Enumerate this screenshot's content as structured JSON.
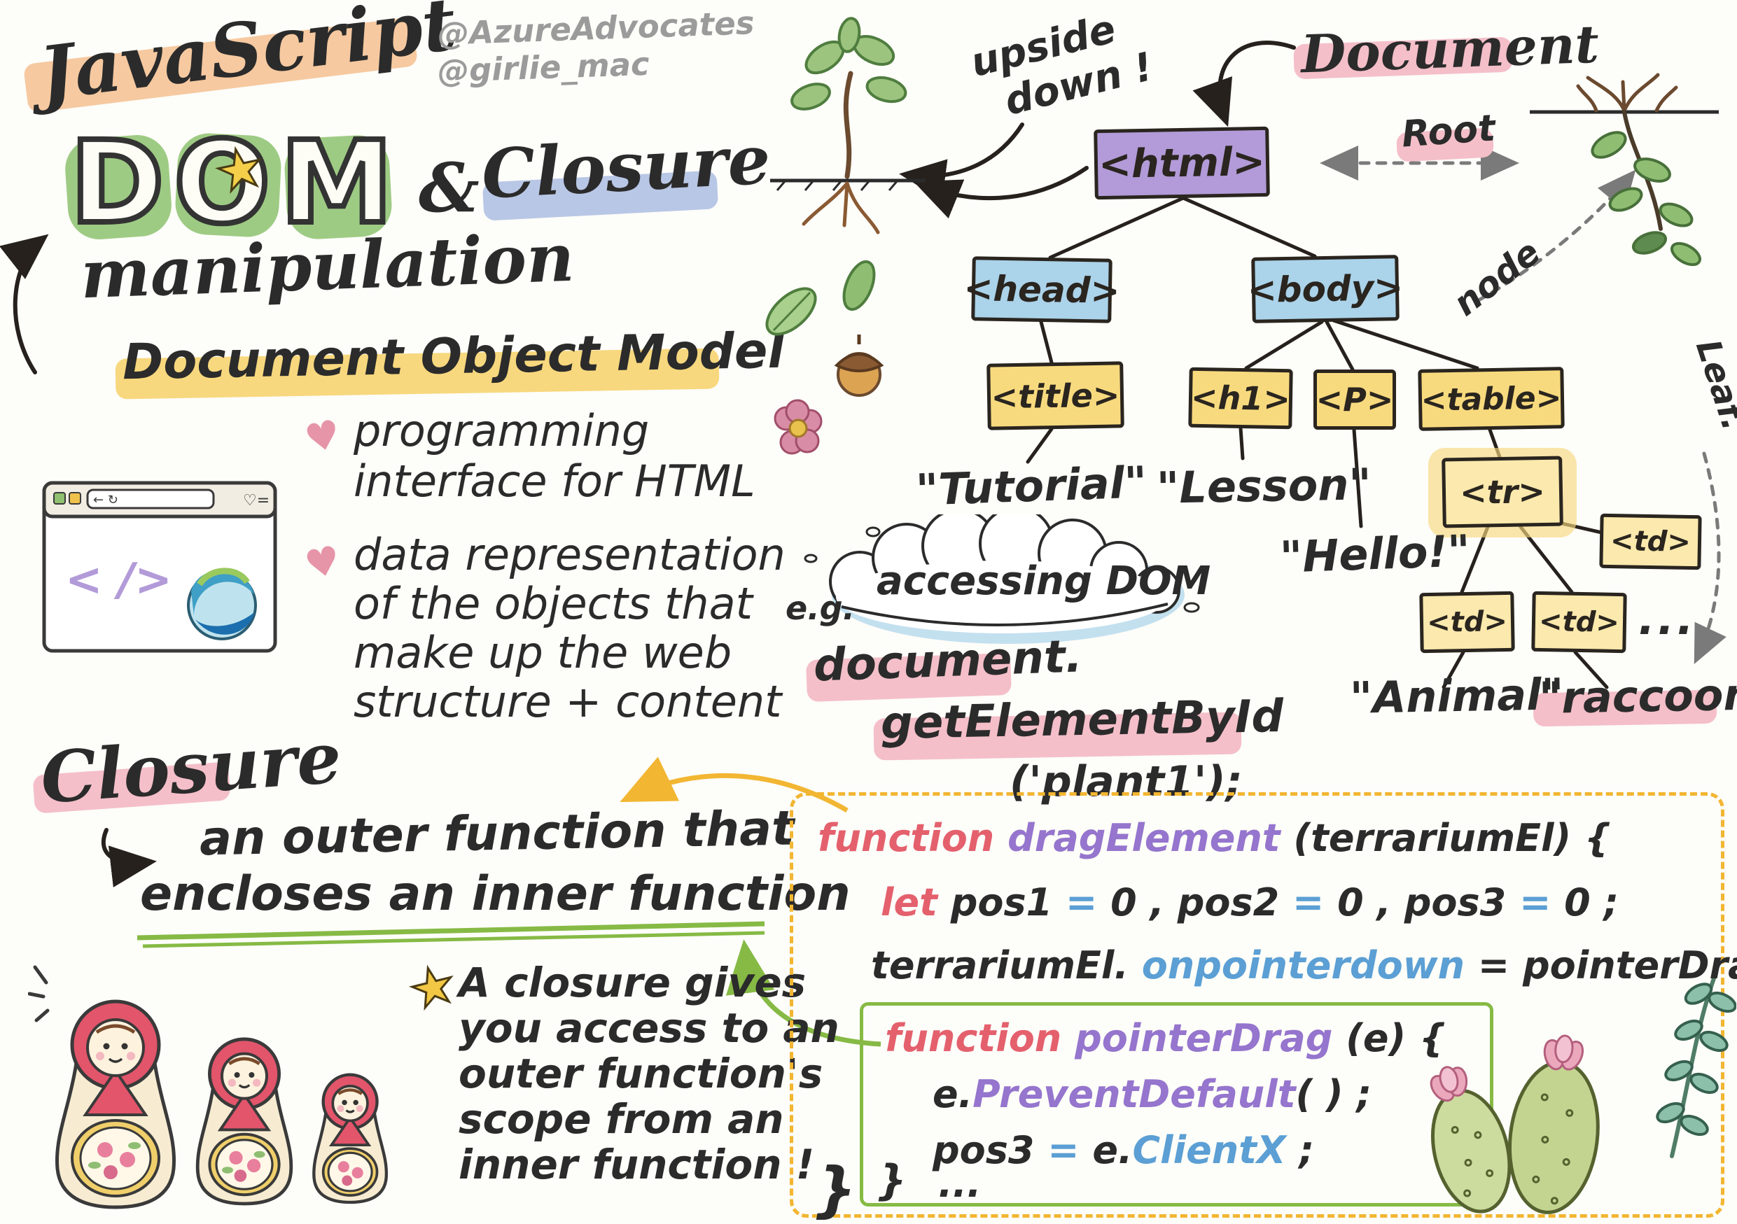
{
  "colors": {
    "orange_highlight": "#f6c9a0",
    "yellow_highlight": "#f8d87e",
    "blue_highlight": "#b9c7e6",
    "pink_highlight": "#f4bfc9",
    "green_accent": "#86ba45",
    "code_red": "#e4606d",
    "code_purple": "#9575cd",
    "code_blue": "#5b9fd4",
    "box_purple": "#b29bd8",
    "box_blue": "#abd3ea",
    "box_yellow": "#f8da7e"
  },
  "credits": {
    "line1": "@AzureAdvocates",
    "line2": "@girlie_mac"
  },
  "title": {
    "javascript": "JavaScript",
    "dom": "DOM",
    "star": "★",
    "amp": "&",
    "closure": "Closure",
    "manipulation": "manipulation"
  },
  "dom_model": {
    "heading": "Document Object Model",
    "bullet_icon": "♥",
    "bullet1": {
      "line1": "programming",
      "line2": "interface for HTML"
    },
    "bullet2": {
      "line1": "data representation",
      "line2": "of the objects that",
      "line3": "make up the web",
      "line4": "structure + content"
    }
  },
  "browser": {
    "code_glyph": "< />"
  },
  "tree": {
    "document_label": "Document",
    "upside1": "upside",
    "upside2": "down !",
    "root": "Root",
    "node": "node",
    "leaf": "Leaf.",
    "html": "<html>",
    "head": "<head>",
    "body": "<body>",
    "title": "<title>",
    "h1": "<h1>",
    "p": "<P>",
    "table": "<table>",
    "tr": "<tr>",
    "td1": "<td>",
    "td2": "<td>",
    "td3": "<td>",
    "more": "...",
    "tutorial": "\"Tutorial\"",
    "lesson": "\"Lesson\"",
    "hello": "\"Hello!\"",
    "animal": "\"Animal\"",
    "raccoon": "\"raccoon\""
  },
  "accessing": {
    "eg": "e.g.",
    "cloud": "accessing DOM",
    "code1": "document.",
    "code2": "getElementById",
    "code3": "('plant1');"
  },
  "closure": {
    "heading": "Closure",
    "def1": "an outer function that",
    "def2": "encloses an inner function",
    "star": "★",
    "note1": "A closure gives",
    "note2": "you access to an",
    "note3": "outer function's",
    "note4": "scope from an",
    "note5": "inner function !"
  },
  "code_panel": {
    "l1": [
      {
        "t": "function ",
        "c": "red"
      },
      {
        "t": "dragElement ",
        "c": "purple"
      },
      {
        "t": "(terrariumEl) {",
        "c": "black"
      }
    ],
    "l2": [
      {
        "t": "let ",
        "c": "red"
      },
      {
        "t": "pos1 ",
        "c": "black"
      },
      {
        "t": "= ",
        "c": "blue"
      },
      {
        "t": "0 ,  pos2 ",
        "c": "black"
      },
      {
        "t": "= ",
        "c": "blue"
      },
      {
        "t": "0 , pos3 ",
        "c": "black"
      },
      {
        "t": "= ",
        "c": "blue"
      },
      {
        "t": "0 ;",
        "c": "black"
      }
    ],
    "l3": [
      {
        "t": "terrariumEl. ",
        "c": "black"
      },
      {
        "t": "onpointerdown ",
        "c": "blue"
      },
      {
        "t": "= pointerDrag ;",
        "c": "black"
      }
    ],
    "l4": [
      {
        "t": "function ",
        "c": "red"
      },
      {
        "t": "pointerDrag ",
        "c": "purple"
      },
      {
        "t": "(e) {",
        "c": "black"
      }
    ],
    "l5": [
      {
        "t": "e.",
        "c": "black"
      },
      {
        "t": "PreventDefault",
        "c": "purple"
      },
      {
        "t": "( ) ;",
        "c": "black"
      }
    ],
    "l6": [
      {
        "t": "pos3 ",
        "c": "black"
      },
      {
        "t": "= ",
        "c": "blue"
      },
      {
        "t": "e.",
        "c": "black"
      },
      {
        "t": "ClientX",
        "c": "blue"
      },
      {
        "t": " ;",
        "c": "black"
      }
    ],
    "l7": [
      {
        "t": "...",
        "c": "black"
      }
    ],
    "inner_close": "}",
    "outer_close": "}"
  }
}
